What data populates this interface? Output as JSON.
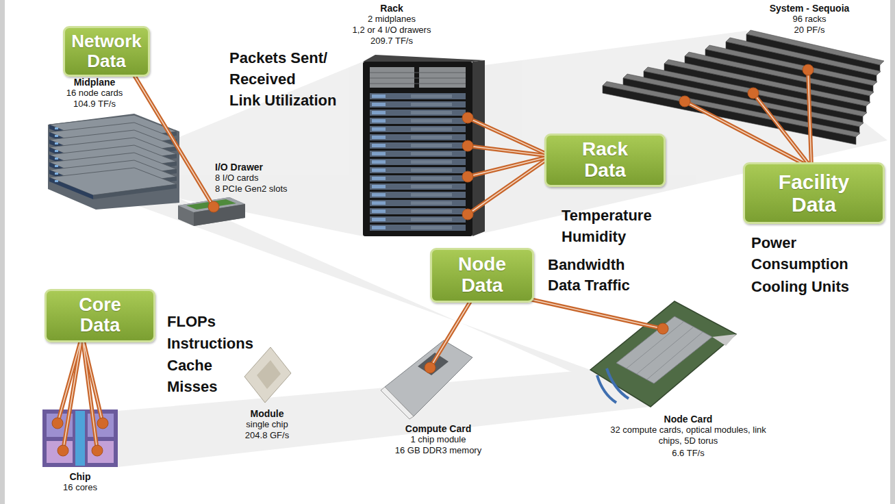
{
  "diagram": {
    "nodes": [
      {
        "text": [
          "Network Data"
        ]
      },
      {
        "text": [
          "Rack Data"
        ]
      },
      {
        "text": [
          "Facility Data"
        ]
      },
      {
        "text": [
          "Node Data"
        ]
      },
      {
        "text": [
          "Core Data"
        ]
      }
    ],
    "labels": [
      "Packets Sent/ Received",
      "Link Utilization",
      "Midplane",
      "16 node cards",
      "104.9 TF/s",
      "I/O Drawer",
      "8 I/O cards",
      "8 PCIe Gen2 slots",
      "Rack",
      "2 midplanes",
      "1,2 or 4 I/O drawers",
      "209.7 TF/s",
      "System - Sequoia",
      "96 racks",
      "20 PF/s",
      "Temperature",
      "Humidity",
      "Power Consumption",
      "Cooling Units",
      "Bandwidth",
      "Data Traffic",
      "FLOPs",
      "Instructions",
      "Cache Misses",
      "Module",
      "single chip",
      "204.8 GF/s",
      "Compute Card",
      "1 chip module",
      "16 GB DDR3 memory",
      "Node Card",
      "32 compute cards, optical modules, link chips, 5D torus",
      "6.6 TF/s",
      "Chip",
      "16 cores"
    ]
  }
}
